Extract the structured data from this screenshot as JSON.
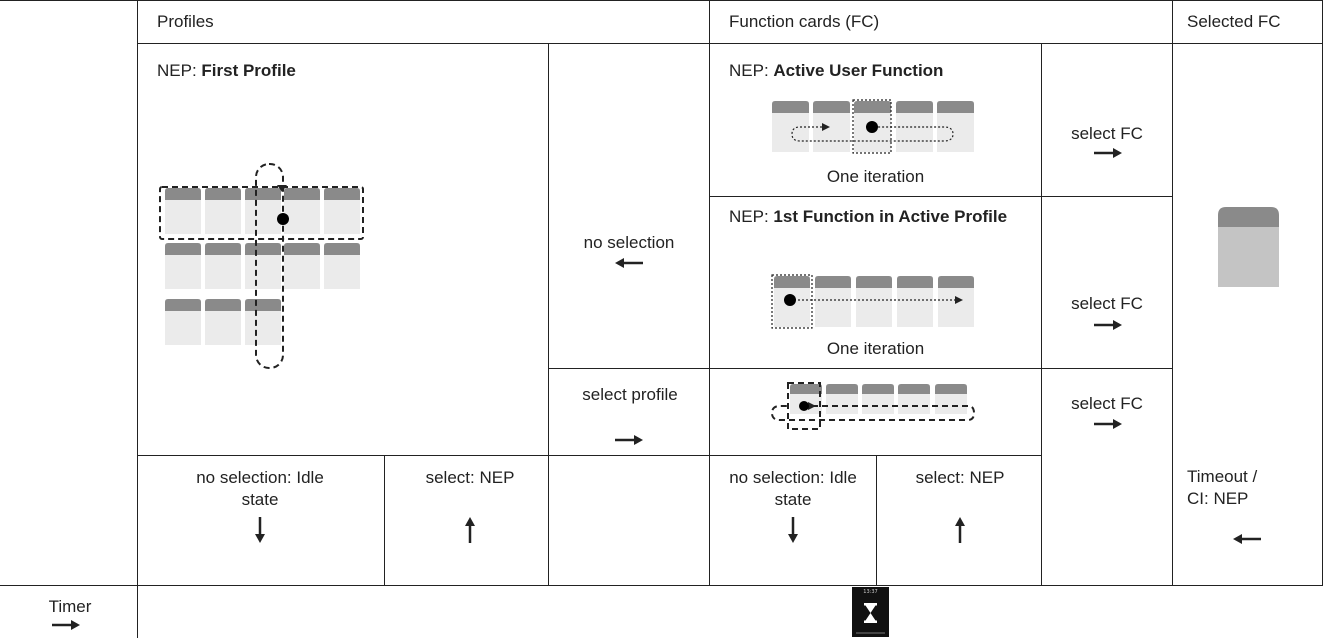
{
  "header": {
    "profiles": "Profiles",
    "function_cards": "Function cards (FC)",
    "selected_fc": "Selected FC"
  },
  "first_profile": {
    "prefix": "NEP: ",
    "name": "First Profile"
  },
  "active_user_function": {
    "prefix": "NEP: ",
    "name": "Active User Function",
    "caption": "One iteration"
  },
  "first_function": {
    "prefix": "NEP: ",
    "name": "1st Function in Active Profile",
    "caption": "One iteration"
  },
  "profile_actions": {
    "no_selection": "no selection",
    "select_profile": "select profile"
  },
  "fc_actions": {
    "select_fc_1": "select FC",
    "select_fc_2": "select FC",
    "select_fc_3": "select FC"
  },
  "bottom_row": {
    "profiles_idle": "no selection: Idle state",
    "profiles_nep": "select: NEP",
    "fc_idle": "no selection: Idle state",
    "fc_nep": "select: NEP",
    "timeout": "Timeout / CI: NEP"
  },
  "timer_label": "Timer",
  "timer_display": "13:37",
  "icons": {
    "right": "arrow-right-icon",
    "left": "arrow-left-icon",
    "up": "arrow-up-icon",
    "down": "arrow-down-icon",
    "hourglass": "hourglass-icon"
  },
  "colors": {
    "card_top": "#8a8a8a",
    "card_body": "#ebebeb",
    "selected_top": "#8a8a8a",
    "selected_body": "#c4c4c4",
    "border": "#222222"
  }
}
